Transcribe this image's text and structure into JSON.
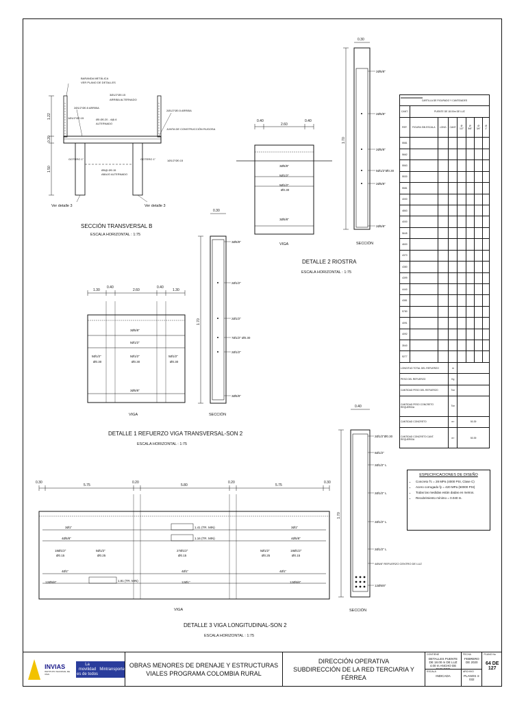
{
  "drawings": {
    "seccion_b": {
      "title": "SECCIÓN TRANSVERSAL B",
      "scale": "ESCALA HORIZONTAL : 1:75",
      "dims_v": [
        "1.22",
        "0.20",
        "1.50"
      ],
      "callouts": [
        "BARANDA METÁLICA",
        "VER PLANO DE DETALLES",
        "3Ø1/2\"Ø0.15",
        "ARRIBA ALTERNADO",
        "2Ø1/2\"Ø0.5 ARRIBA",
        "2Ø1/2\"Ø0.5 ARRIBA",
        "1Ø1/2\"Ø0.15",
        "JUNTA DE CONSTRUCCIÓN RUGOSA",
        "Ø5 Ø0.20 - 4@.6",
        "ALTERNADO",
        "GOTERO 1\"",
        "GOTERO 1\"",
        "Ø5@ Ø0.15",
        "ABAJO ALTERNADO",
        "1Ø1/2\"Ø0.15",
        "Ver detalle 3",
        "Ver detalle 3"
      ]
    },
    "detalle2": {
      "title": "DETALLE 2 RIOSTRA",
      "scale": "ESCALA HORIZONTAL : 1:75",
      "dims_h": [
        "0.40",
        "2.60",
        "0.40"
      ],
      "labels": [
        "3Ø5/8\"",
        "5Ø1/2\"",
        "5Ø1/2\"",
        "Ø0.30",
        "3Ø5/8\""
      ],
      "sub_viga": "VIGA",
      "sub_seccion": "SECCIÓN",
      "sec_top_dim": "0.30",
      "sec_v_dim": "1.70",
      "sec_labels": [
        "2Ø5/8\"",
        "2Ø5/8\"",
        "2Ø5/8\"",
        "5Ø1/2\"Ø0.30",
        "2Ø5/8\"",
        "2Ø5/8\""
      ]
    },
    "detalle1": {
      "title": "DETALLE 1 REFUERZO VIGA TRANSVERSAL-SON 2",
      "scale": "ESCALA HORIZONTAL : 1:75",
      "dims_h": [
        "1.30",
        "0.40",
        "2.60",
        "0.40",
        "1.30"
      ],
      "labels": [
        "3Ø5/8\"",
        "5Ø1/2\"",
        "5Ø1/2\"",
        "5Ø1/2\"",
        "5Ø1/2\"",
        "Ø0.30",
        "Ø0.30",
        "Ø0.30",
        "3Ø5/8\""
      ],
      "sub_viga": "VIGA",
      "sub_seccion": "SECCIÓN",
      "sec_top_dim": "0.30",
      "sec_v_dim": "1.70",
      "sec_labels": [
        "3Ø5/8\"",
        "2Ø1/2\"",
        "2Ø1/2\"",
        "7Ø1/2\" Ø0.30",
        "2Ø1/2\"",
        "3Ø5/8\""
      ]
    },
    "detalle3": {
      "title": "DETALLE 3 VIGA LONGITUDINAL-SON 2",
      "scale": "ESCALA HORIZONTAL : 1:75",
      "dims_h": [
        "0.30",
        "5.75",
        "0.20",
        "5.80",
        "0.20",
        "5.75",
        "0.30"
      ],
      "labels": [
        "3Ø1\"",
        "4Ø5/8\"",
        "1.41 (TR. MIN)",
        "1.16 (TR. MIN)",
        "3Ø1\"",
        "4Ø5/8\"",
        "18Ø1/2\"",
        "5Ø1/2\"",
        "27Ø1/2\"",
        "5Ø1/2\"",
        "18Ø1/2\"",
        "Ø0.15",
        "Ø0.25",
        "Ø0.15",
        "Ø0.25",
        "Ø0.15",
        "4Ø1\"",
        "4Ø1\"",
        "4Ø1\"",
        "12Ø5/8\"",
        "1.81 (TR. MIN)",
        "12Ø1\"",
        "12Ø5/8\""
      ],
      "sub_viga": "VIGA",
      "sub_seccion": "SECCIÓN",
      "sec_top_dim": "0.40",
      "sec_v_dim": "1.70",
      "sec_labels": [
        "2Ø1/2\"Ø0.30",
        "6Ø1/2\"",
        "2Ø1/2\" L",
        "2Ø1/2\" L",
        "2Ø1/2\" L",
        "2Ø1/2\" L",
        "4Ø5/8\" REFUERZO CENTRO DE LUZ",
        "12Ø5/8\""
      ]
    }
  },
  "cartilla": {
    "title": "CARTILLA DE FIGURADO Y CANTIDADES",
    "header_cant": "CANT.",
    "header_span": "PUENTE DE 18.00m DE LUZ",
    "cols": [
      "REF.",
      "FIGURA SIN ESCALA",
      "LONG.",
      "CANT.",
      "Ø 1/2\"",
      "Ø 5/8\"",
      "Ø 3/4\"",
      "Ø 1\""
    ],
    "rows": [
      "5581",
      "5662",
      "5563",
      "5530",
      "5581",
      "4000",
      "4863",
      "4000",
      "5645",
      "4600",
      "4370",
      "4380",
      "4399",
      "4440",
      "4381",
      "5780",
      "4091",
      "4092",
      "3540",
      "5277"
    ],
    "footer": [
      "LONGITUD TOTAL DEL REFUERZO",
      "PESO DEL REFUERZO",
      "CANTIDAD PESO DEL REFUERZO",
      "CANTIDAD PESO CONCRETO REQUERIDA",
      "CANTIDAD CONCRETO",
      "CANTIDAD CONCRETO CANT. REQUERIDA"
    ],
    "footer_units": [
      "m",
      "Kg",
      "Ton",
      "Ton",
      "m³",
      "m³"
    ],
    "footer_vals": [
      "50.39",
      "50.39"
    ]
  },
  "specs": {
    "title": "ESPECIFICACIONES DE DISEÑO",
    "items": [
      "Concreto f'c = 28 MPa (4000 PSI, Clase C)",
      "Acero corrugado fy = 420 MPa (60000 PSI)",
      "Todas las medidas están dadas en metros.",
      "Recubrimiento mínimo = 0.040 m."
    ]
  },
  "titleblock": {
    "logo": "INVIAS",
    "logo_sub": "INSTITUTO NACIONAL DE VÍAS",
    "badge": "La movilidad es de todos",
    "badge2": "Mintransporte",
    "project_l1": "OBRAS MENORES DE DRENAJE Y ESTRUCTURAS",
    "project_l2": "VIALES PROGRAMA COLOMBIA RURAL",
    "dept_l1": "DIRECCIÓN OPERATIVA",
    "dept_l2": "SUBDIRECCIÓN DE LA RED TERCIARIA Y FÉRREA",
    "contiene_lbl": "CONTIENE",
    "contiene_val": "DETALLES PUENTE DE 18.00 m DE LUZ 4.00 m ANCHO DE TABLERO",
    "fecha_lbl": "FECHA",
    "fecha_val": "FEBRERO DE 2020",
    "plano_lbl": "PLANO No",
    "plano_val": "64 DE 127",
    "escala_lbl": "ESCALA",
    "escala_val": "INDICADA",
    "archivo_lbl": "ARCHIVO",
    "archivo_val": "PLANOS 4-032"
  }
}
